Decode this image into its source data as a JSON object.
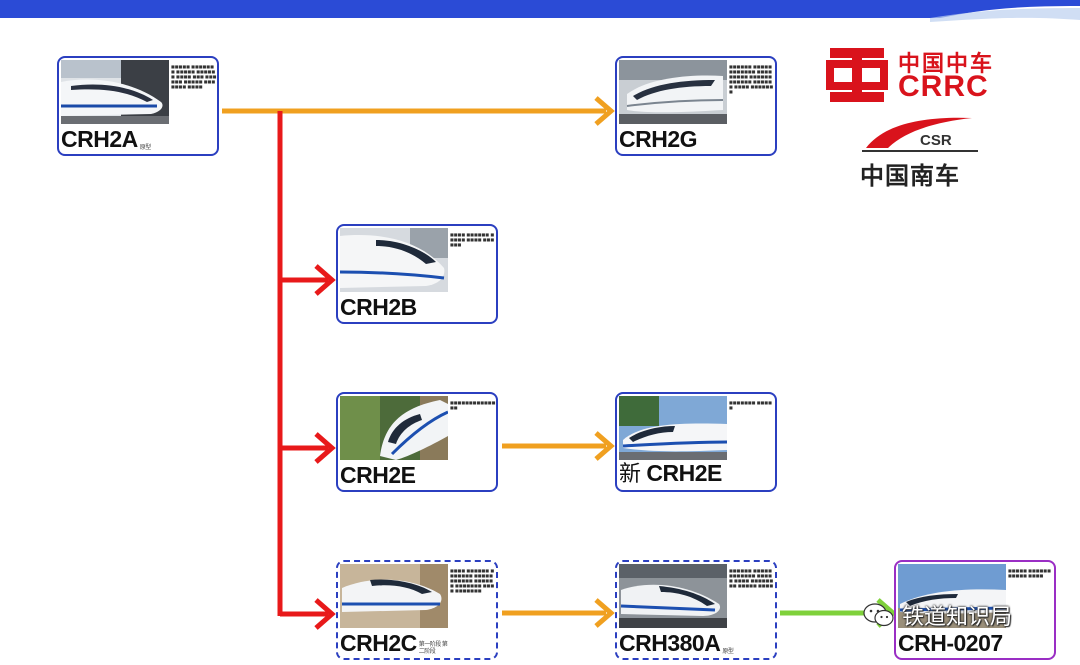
{
  "colors": {
    "header_band": "#2b4bd6",
    "card_border": "#2b3fc0",
    "card_border_special": "#9a2ec4",
    "orange_arrow": "#f0a020",
    "red_arrow": "#e8191a",
    "green_arrow": "#7fd13b",
    "crrc_red": "#d9131c"
  },
  "nodes": {
    "crh2a": {
      "label": "CRH2A",
      "note": "原型"
    },
    "crh2g": {
      "label": "CRH2G"
    },
    "crh2b": {
      "label": "CRH2B"
    },
    "crh2e": {
      "label": "CRH2E"
    },
    "new_crh2e": {
      "prefix": "新",
      "label": "CRH2E"
    },
    "crh2c": {
      "label": "CRH2C",
      "note": "第一阶段 第二阶段"
    },
    "crh380a": {
      "label": "CRH380A",
      "note": "原型"
    },
    "crh0207": {
      "label": "CRH-0207"
    }
  },
  "logos": {
    "crrc_cn": "中国中车",
    "crrc_en": "CRRC",
    "csr_en": "CSR",
    "csr_cn": "中国南车"
  },
  "watermark": {
    "icon": "wechat-icon",
    "text": "铁道知识局"
  }
}
